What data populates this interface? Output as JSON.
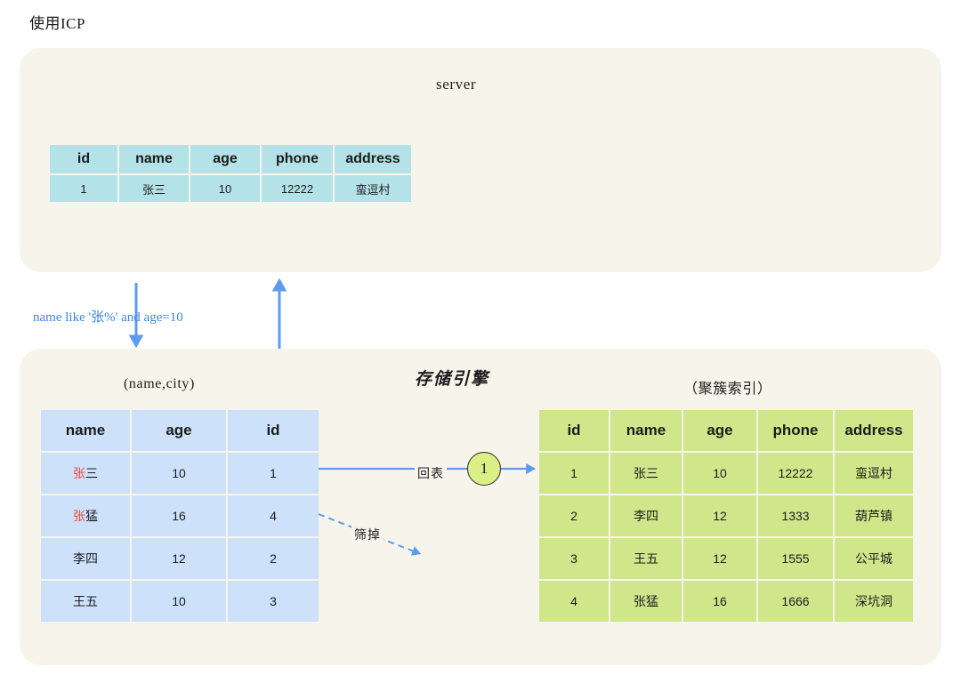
{
  "page": {
    "title": "使用ICP",
    "accent_blue": "#3d85e0",
    "panel_bg": "#f7f4ec",
    "server_table_bg": "#b3e3e8",
    "secondary_table_bg": "#cde1fb",
    "clustered_table_bg": "#cfe78a",
    "highlight_red": "#f1453d",
    "highlight_blue": "#2d7fe8",
    "badge_bg": "#dcee86"
  },
  "server_panel": {
    "title": "server",
    "table": {
      "headers": [
        "id",
        "name",
        "age",
        "phone",
        "address"
      ],
      "rows": [
        [
          {
            "text": "1",
            "color": "dark"
          },
          {
            "text": "张三",
            "color": "dark"
          },
          {
            "text": "10",
            "color": "dark"
          },
          {
            "text": "12222",
            "color": "dark"
          },
          {
            "text": "蛮逗村",
            "color": "dark"
          }
        ]
      ]
    }
  },
  "flow": {
    "condition_label": "name like '张%' and age=10",
    "down_arrow_name": "pushdown-arrow",
    "up_arrow_name": "return-arrow"
  },
  "engine_panel": {
    "title": "存储引擎",
    "secondary_index": {
      "caption": "(name,city)",
      "headers": [
        "name",
        "age",
        "id"
      ],
      "rows": [
        [
          {
            "prefix": "张",
            "prefix_color": "red",
            "rest": "三",
            "rest_color": "dark"
          },
          {
            "text": "10",
            "color": "red"
          },
          {
            "text": "1",
            "color": "red"
          }
        ],
        [
          {
            "prefix": "张",
            "prefix_color": "red",
            "rest": "猛",
            "rest_color": "dark"
          },
          {
            "text": "16",
            "color": "red"
          },
          {
            "text": "4",
            "color": "blue"
          }
        ],
        [
          {
            "prefix": "",
            "prefix_color": "dark",
            "rest": "李四",
            "rest_color": "dark"
          },
          {
            "text": "12",
            "color": "dark"
          },
          {
            "text": "2",
            "color": "dark"
          }
        ],
        [
          {
            "prefix": "",
            "prefix_color": "dark",
            "rest": "王五",
            "rest_color": "dark"
          },
          {
            "text": "10",
            "color": "dark"
          },
          {
            "text": "3",
            "color": "dark"
          }
        ]
      ]
    },
    "clustered_index": {
      "caption": "（聚簇索引）",
      "headers": [
        "id",
        "name",
        "age",
        "phone",
        "address"
      ],
      "rows": [
        [
          {
            "text": "1",
            "color": "red"
          },
          {
            "text": "张三",
            "color": "dark"
          },
          {
            "text": "10",
            "color": "dark"
          },
          {
            "text": "12222",
            "color": "dark"
          },
          {
            "text": "蛮逗村",
            "color": "dark"
          }
        ],
        [
          {
            "text": "2",
            "color": "dark"
          },
          {
            "text": "李四",
            "color": "dark"
          },
          {
            "text": "12",
            "color": "dark"
          },
          {
            "text": "1333",
            "color": "dark"
          },
          {
            "text": "葫芦镇",
            "color": "dark"
          }
        ],
        [
          {
            "text": "3",
            "color": "dark"
          },
          {
            "text": "王五",
            "color": "dark"
          },
          {
            "text": "12",
            "color": "dark"
          },
          {
            "text": "1555",
            "color": "dark"
          },
          {
            "text": "公平城",
            "color": "dark"
          }
        ],
        [
          {
            "text": "4",
            "color": "dark"
          },
          {
            "text": "张猛",
            "color": "dark"
          },
          {
            "text": "16",
            "color": "dark"
          },
          {
            "text": "1666",
            "color": "dark"
          },
          {
            "text": "深坑洞",
            "color": "dark"
          }
        ]
      ]
    },
    "lookup_label": "回表",
    "filtered_label": "筛掉",
    "step_badge": "1"
  }
}
